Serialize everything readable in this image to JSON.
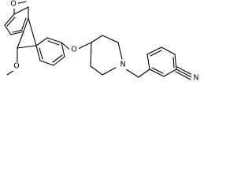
{
  "molecule": {
    "atoms": {
      "ome_top_o": "O",
      "ome_bottom_o": "O",
      "ether_o": "O",
      "piperidine_n": "N",
      "nitrile_n": "N"
    }
  }
}
